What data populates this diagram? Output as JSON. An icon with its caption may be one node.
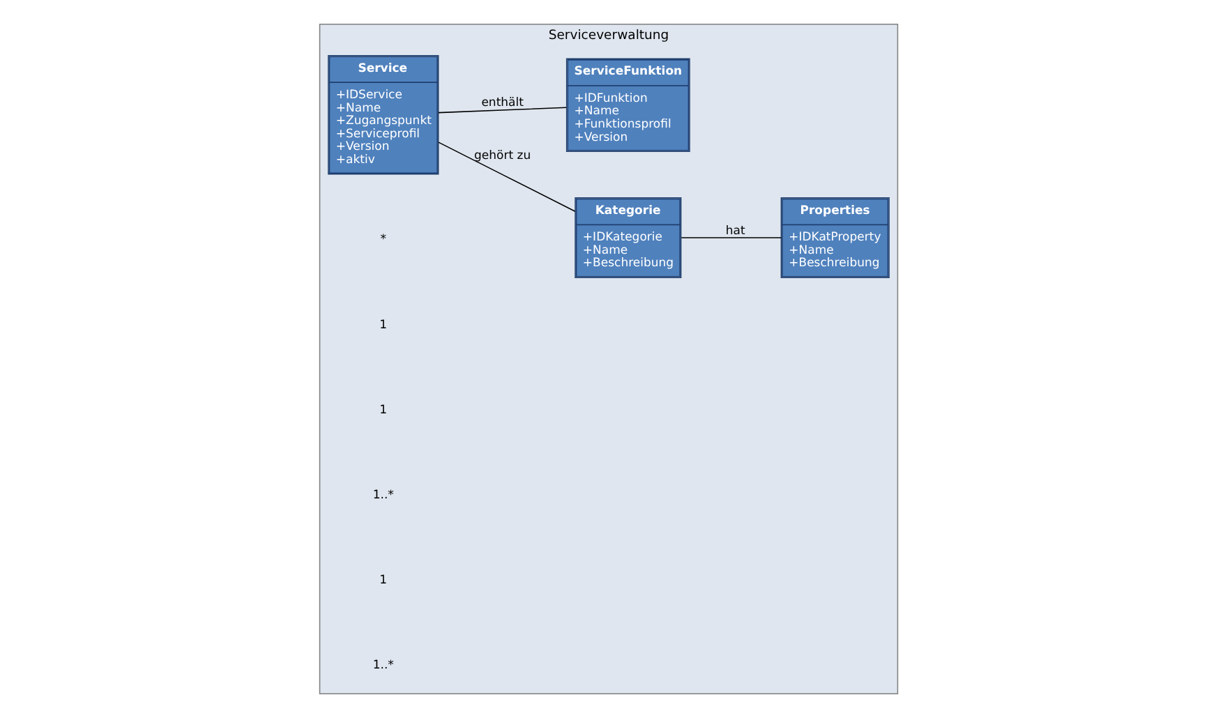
{
  "diagram": {
    "nodes": [
      {
        "text": [
          "Serviceverwaltung"
        ]
      },
      {
        "text": [
          "Service",
          "+IDService",
          "+Name",
          "+Zugangspunkt",
          "+Serviceprofil",
          "+Version",
          "+aktiv"
        ],
        "in": 0
      },
      {
        "text": [
          "Kategorie",
          "+IDKategorie",
          "+Name",
          "+Beschreibung"
        ],
        "in": 0
      },
      {
        "text": [
          "Properties",
          "+IDKatProperty",
          "+Name",
          "+Beschreibung"
        ],
        "in": 0
      },
      {
        "text": [
          "ServiceFunktion",
          "+IDFunktion",
          "+Name",
          "+Funktionsprofil",
          "+Version"
        ],
        "in": 0
      }
    ],
    "edges": [
      {
        "from": 1,
        "to": 2,
        "arrow": "none",
        "label": "gehört zu"
      },
      {
        "from": 2,
        "to": 3,
        "arrow": "none",
        "label": "hat"
      },
      {
        "from": 1,
        "to": 4,
        "arrow": "none",
        "label": "enthält"
      }
    ],
    "labels": [
      "*",
      "1",
      "1",
      "1..*",
      "1",
      "1..*"
    ]
  }
}
